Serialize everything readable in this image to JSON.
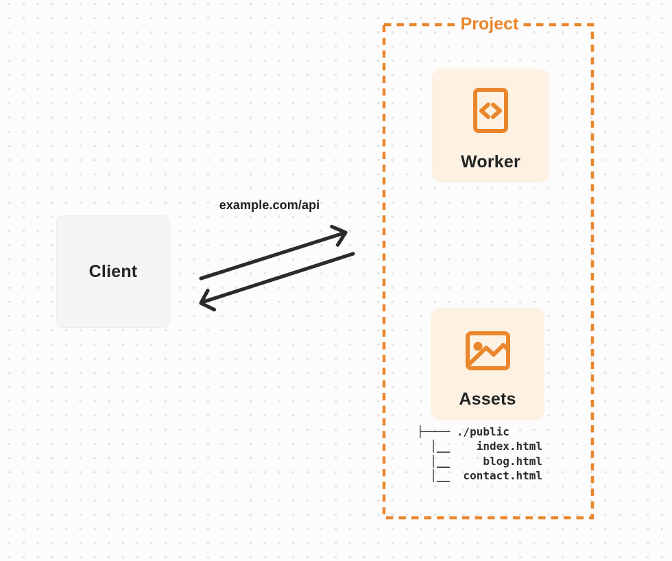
{
  "project": {
    "label": "Project"
  },
  "nodes": {
    "client": {
      "label": "Client"
    },
    "worker": {
      "label": "Worker",
      "icon": "code-icon"
    },
    "assets": {
      "label": "Assets",
      "icon": "image-icon"
    }
  },
  "request": {
    "url": "example.com/api"
  },
  "file_tree": {
    "lines": [
      "├──── ./public",
      "  │__    index.html",
      "  │__     blog.html",
      "  │__  contact.html"
    ]
  },
  "colors": {
    "accent": "#EA862C",
    "card_fill": "#FCF1E2",
    "client_fill": "#F5F5F4",
    "arrow": "#2B2B2B",
    "text": "#242424",
    "page_bg": "#FCFCFC",
    "dot": "#E3E3E3"
  }
}
